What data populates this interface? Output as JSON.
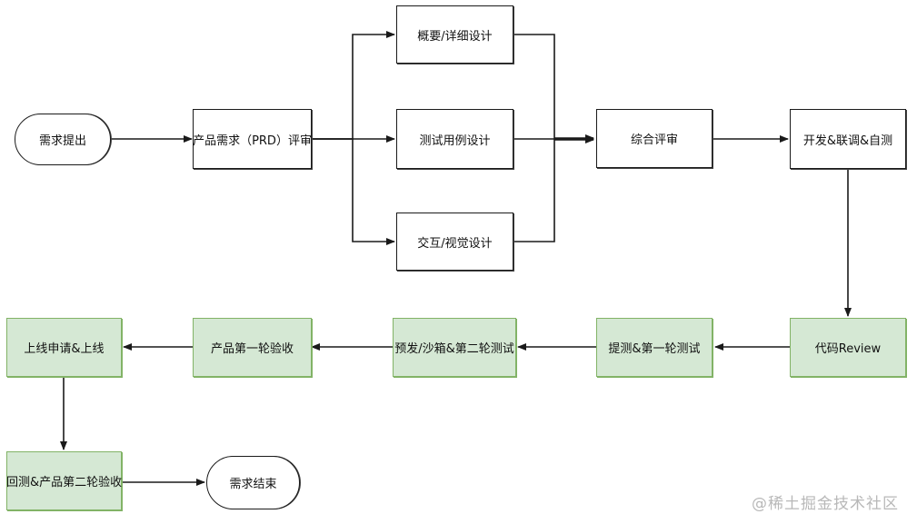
{
  "nodes": {
    "start": "需求提出",
    "prd_review": "产品需求（PRD）评审",
    "detail_design": "概要/详细设计",
    "test_case_design": "测试用例设计",
    "ux_design": "交互/视觉设计",
    "comprehensive_review": "综合评审",
    "dev_selftest": "开发&联调&自测",
    "code_review": "代码Review",
    "test_round1": "提测&第一轮测试",
    "test_round2": "预发/沙箱&第二轮测试",
    "product_accept1": "产品第一轮验收",
    "release": "上线申请&上线",
    "product_accept2": "回测&产品第二轮验收",
    "end": "需求结束"
  },
  "watermark": "@稀土掘金技术社区",
  "colors": {
    "stroke": "#1a1a1a",
    "green_fill": "#d5e8d4",
    "green_stroke": "#82b366"
  }
}
